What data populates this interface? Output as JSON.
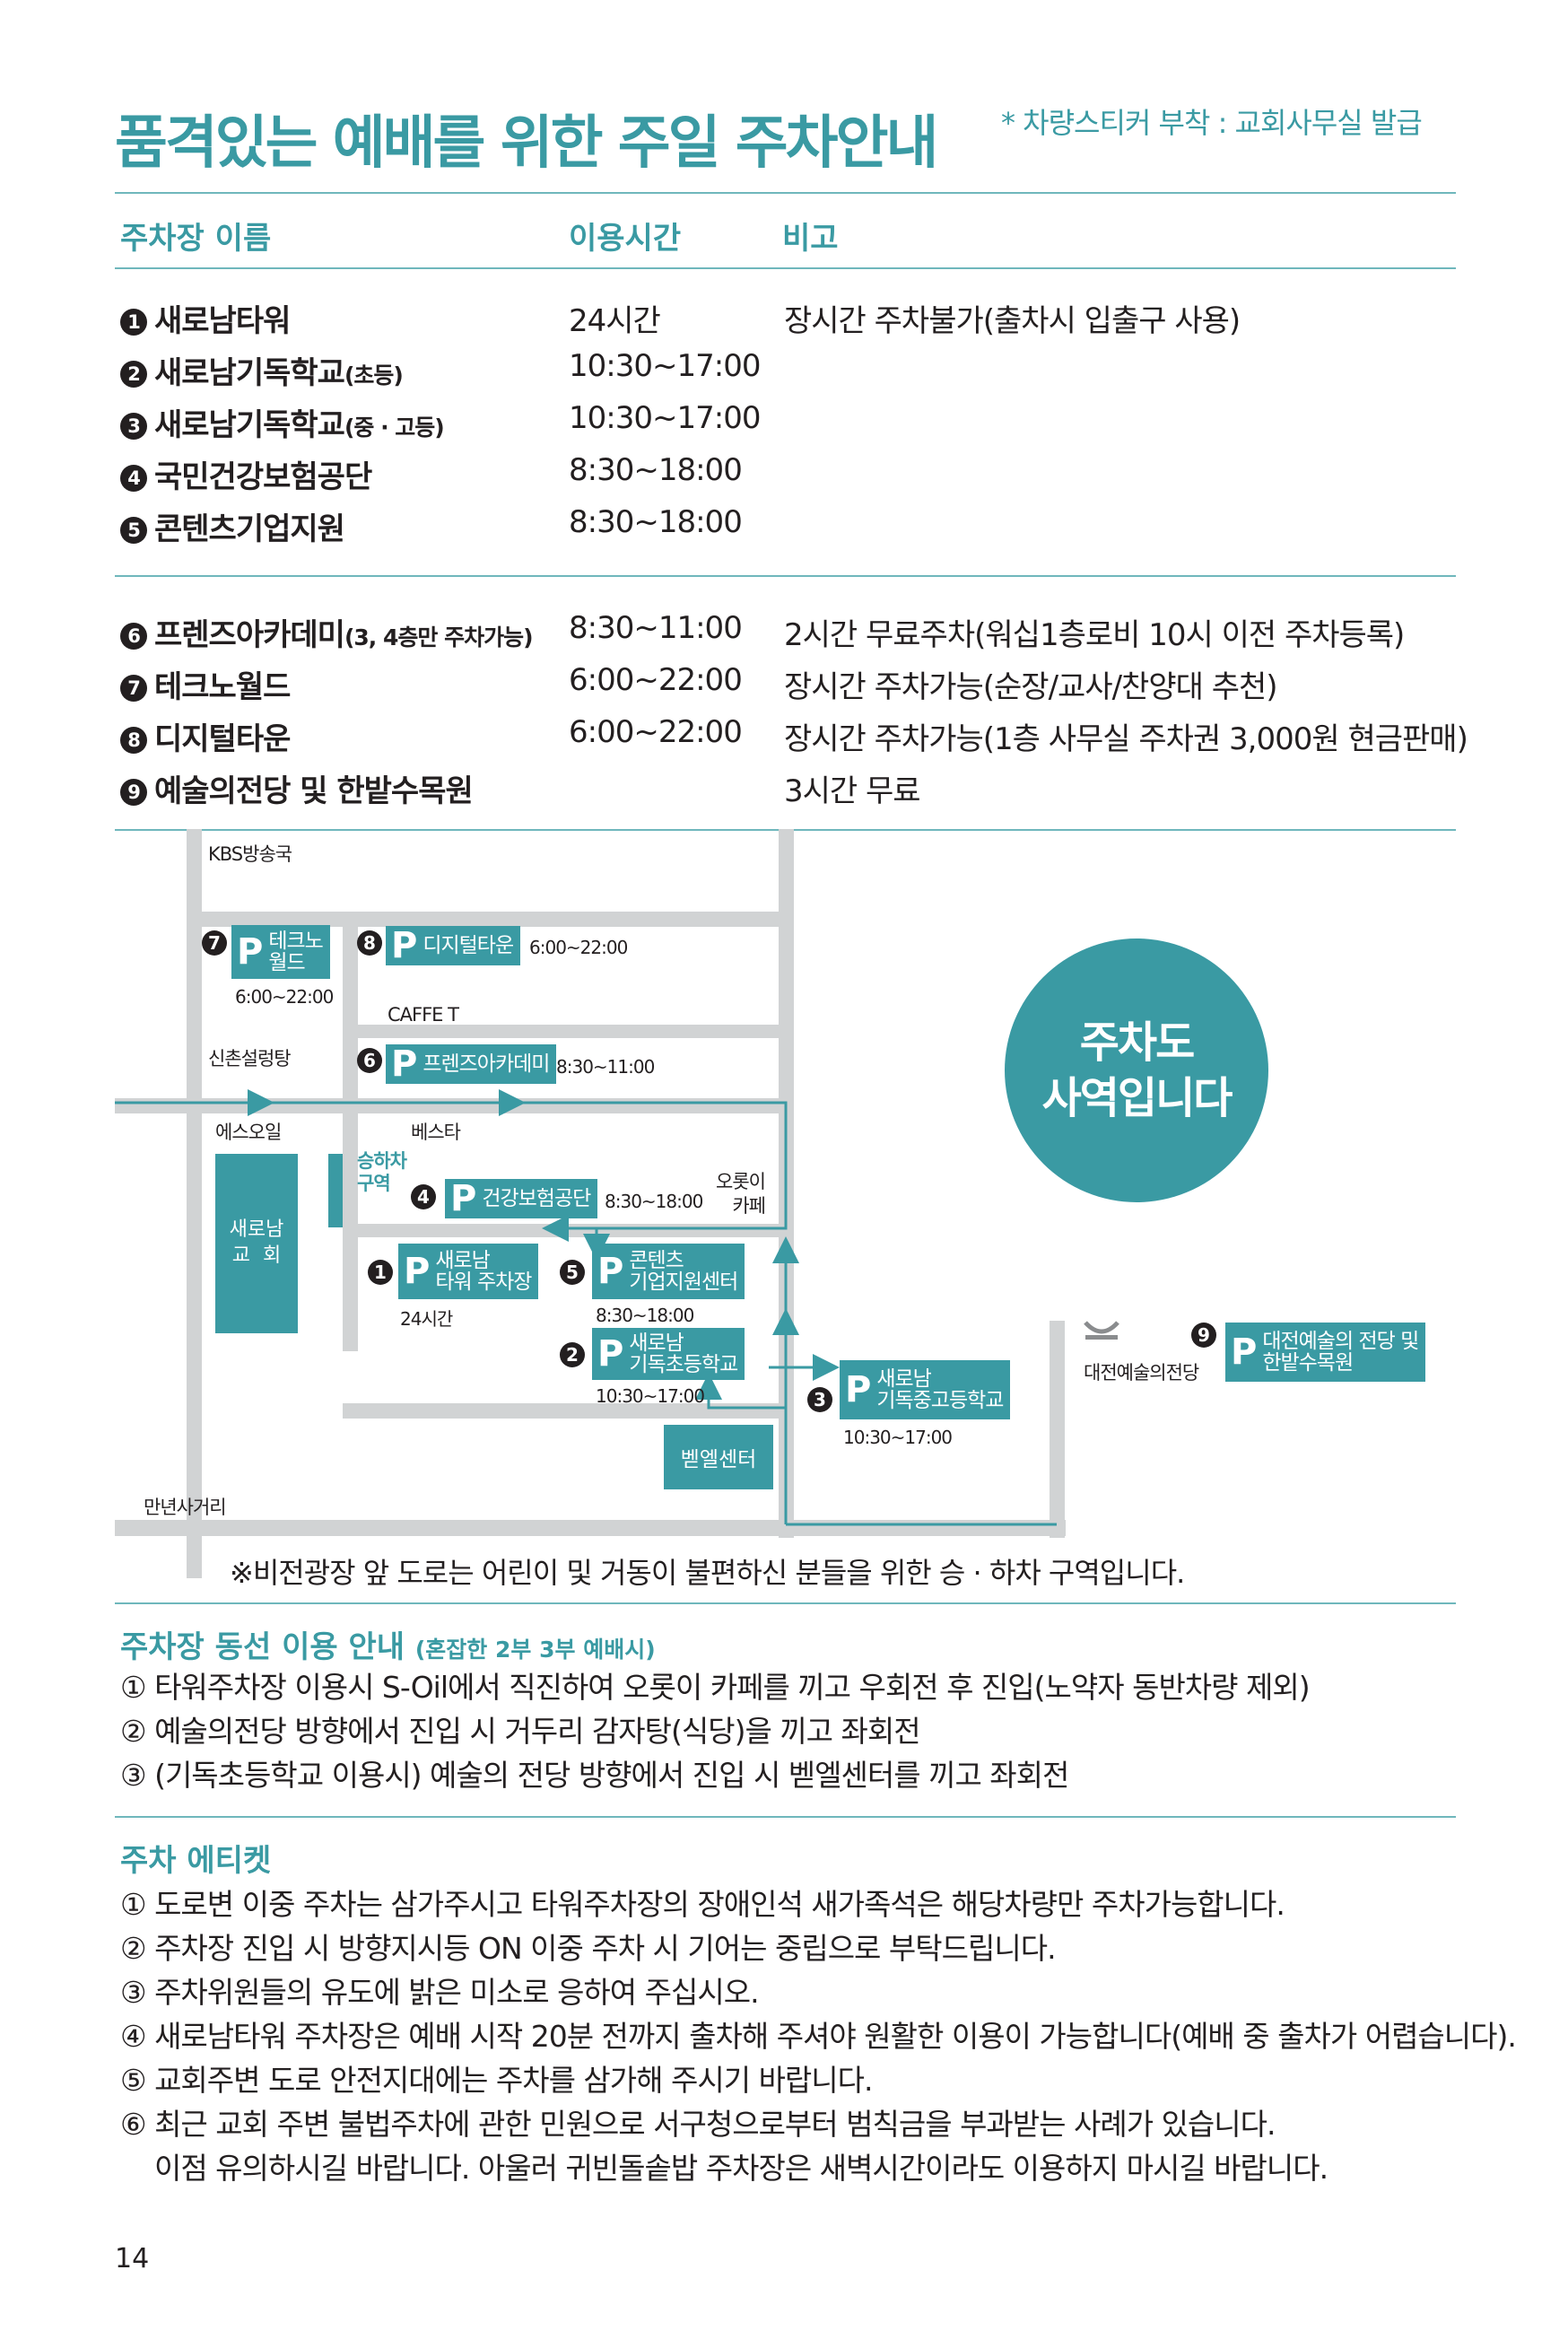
{
  "header": {
    "title": "품격있는 예배를 위한 주일 주차안내",
    "note": "* 차량스티커 부착 : 교회사무실 발급"
  },
  "table": {
    "headers": [
      "주차장 이름",
      "이용시간",
      "비고"
    ],
    "groups": [
      [
        {
          "num": "1",
          "name": "새로남타워",
          "small": "",
          "time": "24시간",
          "remark": "장시간 주차불가(출차시 입출구 사용)"
        },
        {
          "num": "2",
          "name": "새로남기독학교",
          "small": "(초등)",
          "time": "10:30~17:00",
          "remark": ""
        },
        {
          "num": "3",
          "name": "새로남기독학교",
          "small": "(중 · 고등)",
          "time": "10:30~17:00",
          "remark": ""
        },
        {
          "num": "4",
          "name": "국민건강보험공단",
          "small": "",
          "time": "8:30~18:00",
          "remark": ""
        },
        {
          "num": "5",
          "name": "콘텐츠기업지원",
          "small": "",
          "time": "8:30~18:00",
          "remark": ""
        }
      ],
      [
        {
          "num": "6",
          "name": "프렌즈아카데미",
          "small": "(3, 4층만 주차가능)",
          "time": "8:30~11:00",
          "remark": "2시간 무료주차(워십1층로비 10시 이전 주차등록)"
        },
        {
          "num": "7",
          "name": "테크노월드",
          "small": "",
          "time": "6:00~22:00",
          "remark": "장시간 주차가능(순장/교사/찬양대 추천)"
        },
        {
          "num": "8",
          "name": "디지털타운",
          "small": "",
          "time": "6:00~22:00",
          "remark": "장시간 주차가능(1층 사무실 주차권 3,000원 현금판매)"
        },
        {
          "num": "9",
          "name": "예술의전당 및 한밭수목원",
          "small": "",
          "time": "",
          "remark": "3시간 무료"
        }
      ]
    ]
  },
  "map": {
    "kbs": "KBS방송국",
    "techno_label": "테크노\n월드",
    "techno_time": "6:00~22:00",
    "digital_label": "디지털타운",
    "digital_time": "6:00~22:00",
    "caffe": "CAFFE T",
    "sinchon": "신촌설렁탕",
    "friends_label": "프렌즈아카데미",
    "friends_time": "8:30~11:00",
    "esso": "에스오일",
    "besta": "베스타",
    "church": "새로남\n교  회",
    "dropoff": "승하차\n구역",
    "health_label": "건강보험공단",
    "health_time": "8:30~18:00",
    "lotte": "오롯이\n카페",
    "tower_label": "새로남\n타워 주차장",
    "tower_time": "24시간",
    "contents_label": "콘텐츠\n기업지원센터",
    "contents_time": "8:30~18:00",
    "elem_label": "새로남\n기독초등학교",
    "elem_time": "10:30~17:00",
    "mid_label": "새로남\n기독중고등학교",
    "mid_time": "10:30~17:00",
    "bethel": "벧엘센터",
    "arts_center": "대전예술의전당",
    "arts_label": "대전예술의 전당 및\n한밭수목원",
    "manyeon": "만년사거리",
    "mission": "주차도\n사역입니다",
    "footnote": "※비전광장 앞 도로는 어린이 및 거동이 불편하신 분들을 위한 승 · 하차 구역입니다."
  },
  "flow": {
    "title": "주차장 동선 이용 안내",
    "title_small": "(혼잡한 2부 3부 예배시)",
    "items": [
      "① 타워주차장 이용시 S-Oil에서 직진하여 오롯이 카페를 끼고 우회전 후 진입(노약자 동반차량 제외)",
      "② 예술의전당 방향에서 진입 시 거두리 감자탕(식당)을 끼고 좌회전",
      "③ (기독초등학교 이용시) 예술의 전당 방향에서 진입 시 벧엘센터를 끼고 좌회전"
    ]
  },
  "etiquette": {
    "title": "주차 에티켓",
    "items": [
      "① 도로변 이중 주차는 삼가주시고 타워주차장의 장애인석 새가족석은 해당차량만 주차가능합니다.",
      "② 주차장 진입 시 방향지시등 ON 이중 주차 시 기어는 중립으로 부탁드립니다.",
      "③ 주차위원들의 유도에 밝은 미소로 응하여 주십시오.",
      "④ 새로남타워 주차장은 예배 시작 20분 전까지 출차해 주셔야 원활한 이용이 가능합니다(예배 중 출차가 어렵습니다).",
      "⑤ 교회주변 도로 안전지대에는 주차를 삼가해 주시기 바랍니다.",
      "⑥ 최근 교회 주변 불법주차에 관한 민원으로 서구청으로부터 범칙금을 부과받는 사례가 있습니다.",
      "    이점 유의하시길 바랍니다. 아울러 귀빈돌솥밥 주차장은 새벽시간이라도 이용하지 마시길 바랍니다."
    ]
  },
  "page_number": "14",
  "colors": {
    "accent": "#3a9aa3",
    "road": "#d1d3d4",
    "text": "#231f20"
  }
}
